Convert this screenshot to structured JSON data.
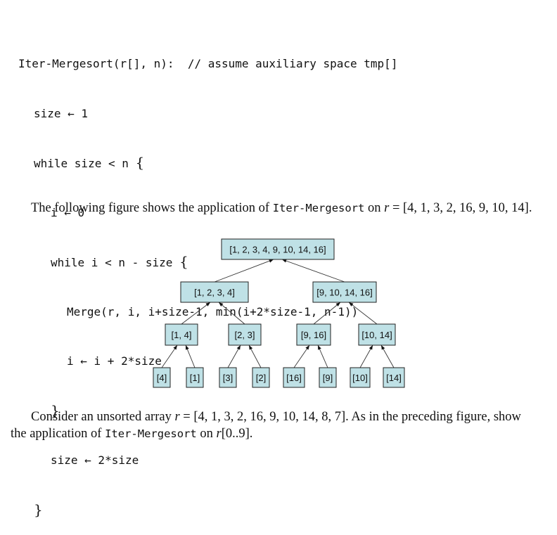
{
  "code": {
    "line1_head": "Iter-Mergesort(r[], n):",
    "line1_comment": "// assume auxiliary space tmp[]",
    "line2": "size ← 1",
    "line3": "while size < n",
    "line4": "i ← 0",
    "line5": "while i < n - size",
    "line6": "Merge(r, i, i+size-1, min(i+2*size-1, n-1))",
    "line7": "i ← i + 2*size",
    "line9": "size ← 2*size",
    "open_brace": "{",
    "close_brace": "}"
  },
  "para1": {
    "pre": "The following figure shows the application of",
    "func": "Iter-Mergesort",
    "mid": "on",
    "var": "r",
    "eq": "= [4, 1, 3, 2, 16, 9, 10, 14]."
  },
  "tree": {
    "root": "[1, 2, 3, 4, 9, 10, 14, 16]",
    "level1": [
      "[1, 2, 3, 4]",
      "[9, 10, 14, 16]"
    ],
    "level2": [
      "[1, 4]",
      "[2, 3]",
      "[9, 16]",
      "[10, 14]"
    ],
    "leaves": [
      "[4]",
      "[1]",
      "[3]",
      "[2]",
      "[16]",
      "[9]",
      "[10]",
      "[14]"
    ]
  },
  "para2": {
    "pre": "Consider an unsorted array",
    "var": "r",
    "eq": "= [4, 1, 3, 2, 16, 9, 10, 14, 8, 7].",
    "post": "As in the preceding figure, show",
    "line2_pre": "the application of",
    "func": "Iter-Mergesort",
    "line2_mid": "on",
    "var2": "r",
    "range": "[0..9]."
  },
  "colors": {
    "node_fill": "#bfe1e6"
  }
}
